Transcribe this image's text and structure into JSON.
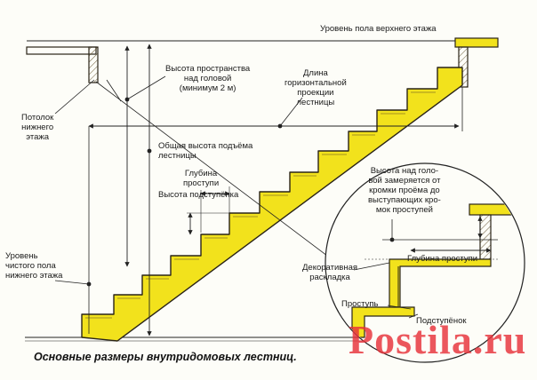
{
  "labels": {
    "upper_floor_level": "Уровень пола верхнего этажа",
    "headroom": "Высота пространства\nнад головой\n(минимум 2 м)",
    "horizontal_run": "Длина\nгоризонтальной\nпроекции\nлестницы",
    "lower_ceiling": "Потолок\nнижнего\nэтажа",
    "total_rise": "Общая высота подъёма\nлестницы",
    "tread_depth": "Глубина\nпроступи",
    "riser_height": "Высота подступёнка",
    "lower_floor_level": "Уровень\nчистого пола\nнижнего этажа",
    "headroom_note": "Высота над голо-\nвой замеряется от\nкромки проёма до\nвыступающих кро-\nмок проступей",
    "detail_tread_depth": "Глубина проступи",
    "nosing_trim": "Декоративная\nраскладка",
    "tread": "Проступь",
    "riser": "Подступёнок"
  },
  "caption": "Основные размеры внутридомовых лестниц.",
  "watermark": "Postila.ru",
  "colors": {
    "stair_fill": "#f2e21c",
    "stair_stroke": "#2a2418",
    "line": "#222222",
    "watermark": "#e8323a",
    "background": "#fdfdf8"
  }
}
